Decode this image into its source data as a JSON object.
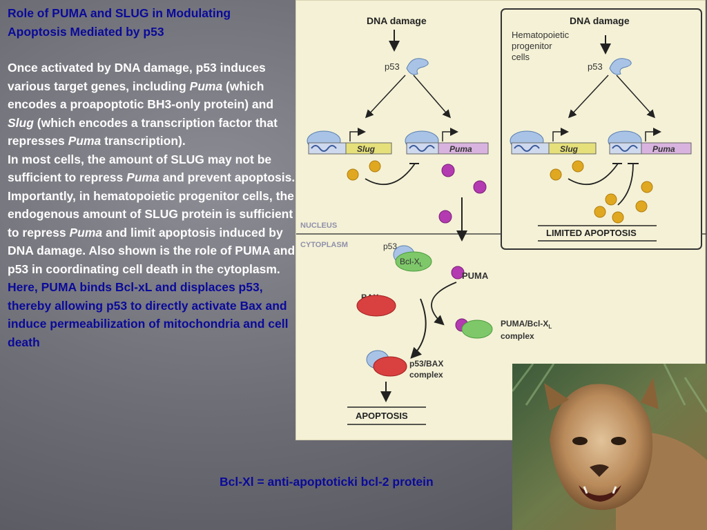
{
  "slide": {
    "title_line1": "Role of PUMA and SLUG in Modulating",
    "title_line2": "Apoptosis Mediated by p53",
    "para1": {
      "a": "Once activated by DNA damage, p53 induces various target genes, including ",
      "puma": "Puma",
      "b": " (which encodes a proapoptotic BH3-only protein) and ",
      "slug": "Slug",
      "c": " (which encodes a transcription factor that represses ",
      "puma2": "Puma",
      "d": " transcription)."
    },
    "para2": {
      "a": "In most cells, the amount of SLUG may not be sufficient to repress ",
      "puma": "Puma",
      "b": " and prevent apoptosis. Importantly, in hematopoietic progenitor cells, the endogenous amount of SLUG protein is sufficient to repress ",
      "puma2": "Puma",
      "c": " and limit apoptosis induced by DNA damage. Also shown is the role of PUMA and p53 in coordinating cell death in the cytoplasm."
    },
    "para3": "Here, PUMA binds Bcl-xL and displaces p53, thereby allowing p53 to directly activate Bax and induce permeabilization of mitochondria and cell death",
    "caption": "Bcl-Xl = anti-apoptoticki bcl-2 protein"
  },
  "diagram": {
    "left": {
      "dna_damage": "DNA damage",
      "p53": "p53",
      "gene_slug": "Slug",
      "gene_puma": "Puma",
      "nucleus": "NUCLEUS",
      "cytoplasm": "CYTOPLASM",
      "p53_small": "p53",
      "bclx": "Bcl-X",
      "bclx_sub": "L",
      "puma": "PUMA",
      "bax": "BAX",
      "puma_bclx_1": "PUMA/Bcl-X",
      "puma_bclx_sub": "L",
      "puma_bclx_2": "complex",
      "p53bax_1": "p53/BAX",
      "p53bax_2": "complex",
      "apoptosis": "APOPTOSIS"
    },
    "right": {
      "dna_damage": "DNA damage",
      "hpc_1": "Hematopoietic",
      "hpc_2": "progenitor",
      "hpc_3": "cells",
      "p53": "p53",
      "gene_slug": "Slug",
      "gene_puma": "Puma",
      "limited": "LIMITED APOPTOSIS"
    },
    "colors": {
      "slug_gene": "#e6e07a",
      "puma_gene": "#d9b3e0",
      "slug_protein": "#e0a820",
      "puma_protein": "#b33ab0",
      "p53_protein": "#a9c3e6",
      "bax_protein": "#d94040",
      "bclx_protein": "#7ec86a"
    }
  },
  "photo": {
    "subject": "cougar-photo"
  }
}
